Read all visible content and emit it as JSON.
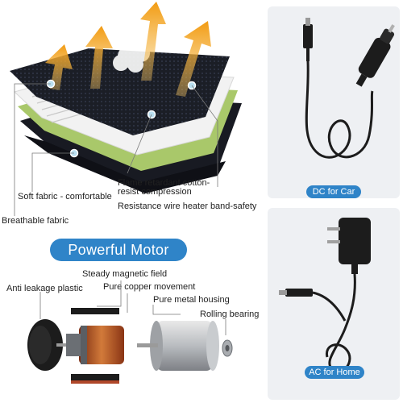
{
  "heating_pad": {
    "labels": {
      "flame_retardant": "Flame retardant cotton-\nresist compression",
      "soft_fabric": "Soft fabric - comfortable",
      "resistance_wire": "Resistance wire heater band-safety",
      "breathable": "Breathable fabric"
    }
  },
  "adapters": {
    "car": {
      "label": "DC for Car"
    },
    "home": {
      "label": "AC for Home"
    }
  },
  "motor": {
    "title": "Powerful Motor",
    "labels": {
      "magnetic_field": "Steady magnetic field",
      "anti_leakage": "Anti leakage plastic",
      "copper": "Pure copper movement",
      "metal_housing": "Pure metal housing",
      "bearing": "Rolling bearing"
    }
  },
  "colors": {
    "accent": "#2f84c8",
    "arrow": "#f2a21b",
    "layer_green": "#a9c86a",
    "panel_bg": "#eef0f3"
  }
}
